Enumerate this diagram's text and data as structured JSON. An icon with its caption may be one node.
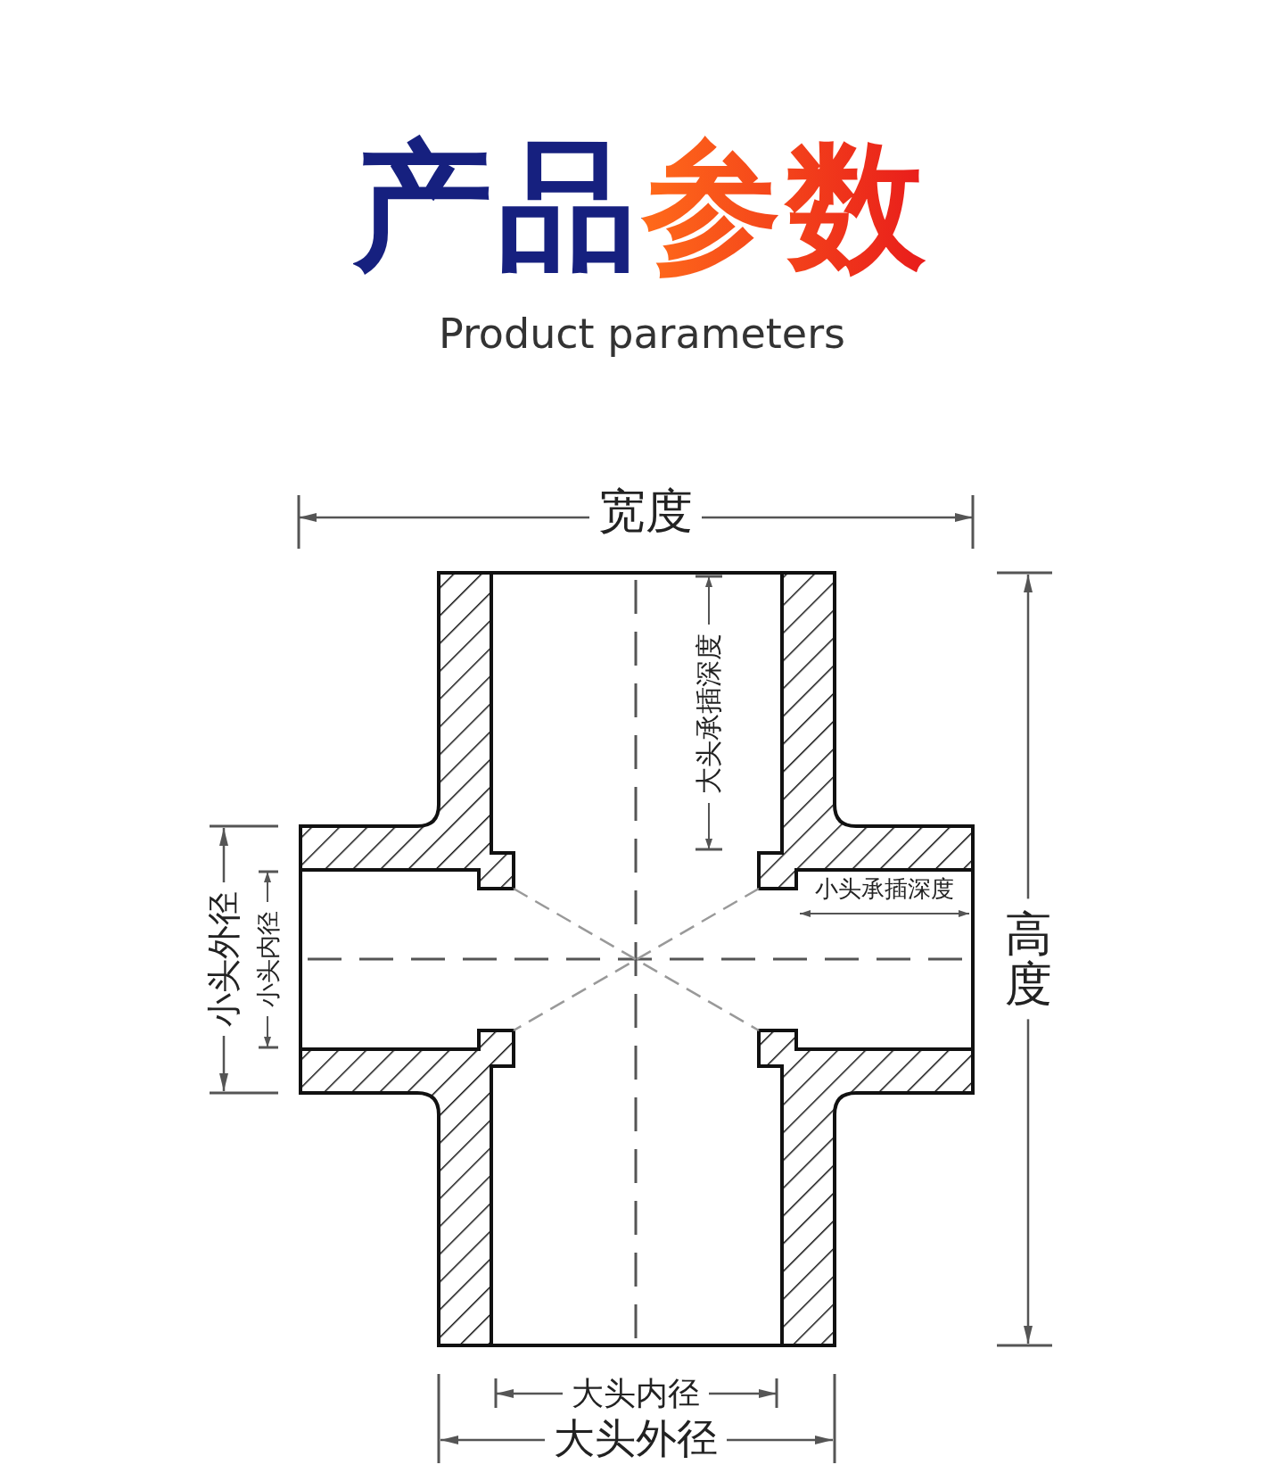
{
  "diagram": {
    "title": "产品参数",
    "labels": [
      "Product parameters",
      "宽度",
      "大头承插深度",
      "小头承插深度",
      "小头外径",
      "小头内径",
      "高度",
      "大头内径",
      "大头外径"
    ]
  }
}
